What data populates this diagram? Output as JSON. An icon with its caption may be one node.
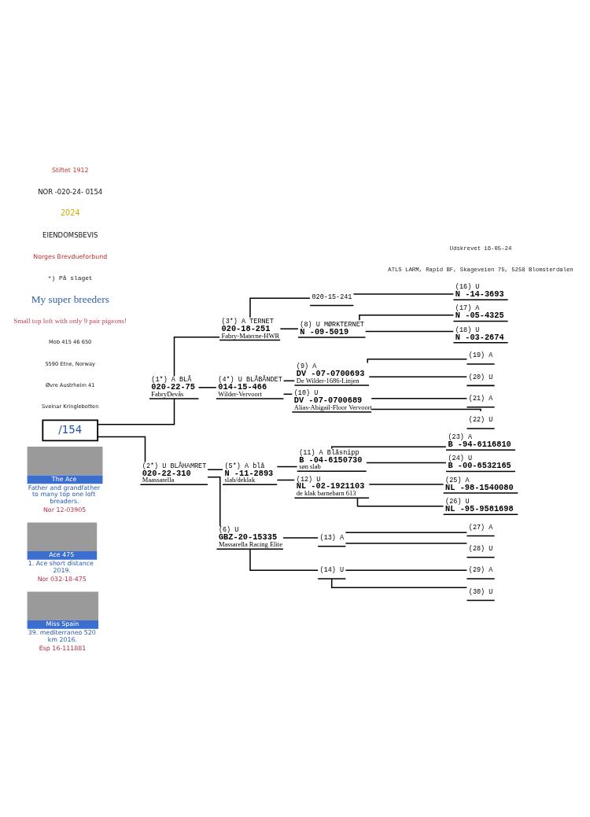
{
  "diagram": {
    "nodes": [
      {
        "text": [
          "Miss Spain",
          "39. mediterraneo 520 km 2016.",
          "Esp 16-111881"
        ]
      },
      {
        "text": [
          "Ace 475",
          "1. Ace short distance 2019.",
          "Nor 032-18-475"
        ]
      },
      {
        "text": [
          "The Ace",
          "Father and grandfather to many top one loft breaders.",
          "Nor 12-03905"
        ]
      },
      {
        "text": [
          "/154"
        ]
      },
      {
        "text": [
          "(1*) A BLÅ",
          "020-22-75",
          "FabryDevås"
        ]
      },
      {
        "text": [
          "(2*) U BLÅHAMRET",
          "020-22-310",
          "Maassarella"
        ]
      },
      {
        "text": [
          "(3*) A TERNET",
          "020-18-251",
          "Fabry-Materne-HWR"
        ]
      },
      {
        "text": [
          "(4*) U BLÅBÅNDET",
          "014-15-466",
          "Wilder-Vervoort"
        ]
      },
      {
        "text": [
          "(5*) A blå",
          "N -11-2893",
          "slab/deklak"
        ]
      },
      {
        "text": [
          "(6) U",
          "GBZ-20-15335",
          "Massarella Racing Elite"
        ]
      },
      {
        "text": [
          "020-15-241"
        ]
      },
      {
        "text": [
          "(8) U MØRKTERNET",
          "N -09-5019"
        ]
      },
      {
        "text": [
          "(9) A",
          "DV -07-0700693",
          "De Wilder-1686-Linjen"
        ]
      },
      {
        "text": [
          "(10) U",
          "DV -07-0700689",
          "Alias-Abigail-Floor Vervoort"
        ]
      },
      {
        "text": [
          "(11) A Blåsnipp",
          "B -04-6150730",
          "søn slab"
        ]
      },
      {
        "text": [
          "(12) U",
          "NL -02-1921103",
          "de klak barnebarn 613"
        ]
      },
      {
        "text": [
          "(13) A"
        ]
      },
      {
        "text": [
          "(14) U"
        ]
      },
      {
        "text": [
          "(16) U",
          "N -14-3693"
        ]
      },
      {
        "text": [
          "(17) A",
          "N -05-4325"
        ]
      },
      {
        "text": [
          "(18) U",
          "N -03-2674"
        ]
      },
      {
        "text": [
          "(19) A"
        ]
      },
      {
        "text": [
          "(20) U"
        ]
      },
      {
        "text": [
          "(21) A"
        ]
      },
      {
        "text": [
          "(22) U"
        ]
      },
      {
        "text": [
          "(23) A",
          "B -94-6116810"
        ]
      },
      {
        "text": [
          "(24) U",
          "B -00-6532165"
        ]
      },
      {
        "text": [
          "(25) A",
          "NL -98-1540080"
        ]
      },
      {
        "text": [
          "(26) U",
          "NL -95-9581698"
        ]
      },
      {
        "text": [
          "(27) A"
        ]
      },
      {
        "text": [
          "(28) U"
        ]
      },
      {
        "text": [
          "(29) A"
        ]
      },
      {
        "text": [
          "(30) U"
        ]
      }
    ],
    "edges": [
      {
        "from": 3,
        "to": 4,
        "arrow": "none"
      },
      {
        "from": 3,
        "to": 5,
        "arrow": "none"
      },
      {
        "from": 4,
        "to": 6,
        "arrow": "none"
      },
      {
        "from": 4,
        "to": 7,
        "arrow": "none"
      },
      {
        "from": 5,
        "to": 8,
        "arrow": "none"
      },
      {
        "from": 5,
        "to": 9,
        "arrow": "none"
      },
      {
        "from": 6,
        "to": 10,
        "arrow": "none"
      },
      {
        "from": 6,
        "to": 11,
        "arrow": "none"
      },
      {
        "from": 7,
        "to": 12,
        "arrow": "none"
      },
      {
        "from": 7,
        "to": 13,
        "arrow": "none"
      },
      {
        "from": 8,
        "to": 14,
        "arrow": "none"
      },
      {
        "from": 8,
        "to": 15,
        "arrow": "none"
      },
      {
        "from": 9,
        "to": 16,
        "arrow": "none"
      },
      {
        "from": 9,
        "to": 17,
        "arrow": "none"
      },
      {
        "from": 10,
        "to": 18,
        "arrow": "none"
      },
      {
        "from": 11,
        "to": 19,
        "arrow": "none"
      },
      {
        "from": 11,
        "to": 20,
        "arrow": "none"
      },
      {
        "from": 12,
        "to": 21,
        "arrow": "none"
      },
      {
        "from": 12,
        "to": 22,
        "arrow": "none"
      },
      {
        "from": 13,
        "to": 23,
        "arrow": "none"
      },
      {
        "from": 13,
        "to": 24,
        "arrow": "none"
      },
      {
        "from": 14,
        "to": 25,
        "arrow": "none"
      },
      {
        "from": 14,
        "to": 26,
        "arrow": "none"
      },
      {
        "from": 15,
        "to": 27,
        "arrow": "none"
      },
      {
        "from": 15,
        "to": 28,
        "arrow": "none"
      },
      {
        "from": 16,
        "to": 29,
        "arrow": "none"
      },
      {
        "from": 16,
        "to": 30,
        "arrow": "none"
      },
      {
        "from": 17,
        "to": 31,
        "arrow": "none"
      },
      {
        "from": 17,
        "to": 32,
        "arrow": "none"
      }
    ],
    "labels": [
      "Sveinar Kringlebotten",
      "Øvre Austrheim 41",
      "5590 Etne, Norway",
      "Mob 415 46 650",
      "Small top loft with only 9 pair pigeons!",
      "My super breeders",
      "*) På slaget",
      "Norges Brevdueforbund",
      "EIENDOMSBEVIS",
      "2024",
      "NOR -020-24- 0154",
      "Stiftet 1912",
      "ATLS LARM, Rapid BF, Skageveien 75, 5258 Blomsterdalen",
      "Udskrevet 16-05-24"
    ]
  }
}
